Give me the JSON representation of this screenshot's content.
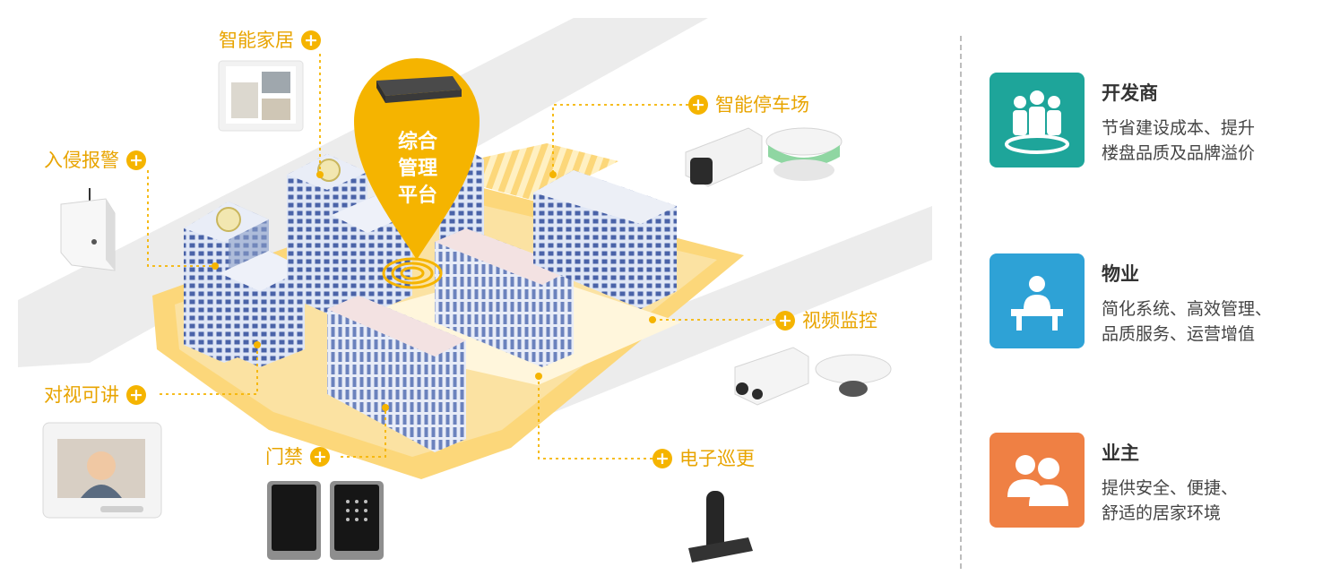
{
  "platform": {
    "line1": "综合",
    "line2": "管理",
    "line3": "平台"
  },
  "modules": {
    "smart_home": "智能家居",
    "intrusion_alarm": "入侵报警",
    "video_intercom": "对视可讲",
    "access_control": "门禁",
    "smart_parking": "智能停车场",
    "video_surveillance": "视频监控",
    "guard_patrol": "电子巡更"
  },
  "plus_symbol": "+",
  "roles": [
    {
      "title": "开发商",
      "desc_line1": "节省建设成本、提升",
      "desc_line2": "楼盘品质及品牌溢价",
      "color": "#1ea59a",
      "icon": "people-group-icon"
    },
    {
      "title": "物业",
      "desc_line1": "简化系统、高效管理、",
      "desc_line2": "品质服务、运营增值",
      "color": "#2ea2d6",
      "icon": "desk-person-icon"
    },
    {
      "title": "业主",
      "desc_line1": "提供安全、便捷、",
      "desc_line2": "舒适的居家环境",
      "color": "#ef8044",
      "icon": "two-persons-icon"
    }
  ],
  "colors": {
    "accent": "#f5b400",
    "label": "#e8a400",
    "road": "#ececec",
    "ground": "#fcd77a"
  }
}
